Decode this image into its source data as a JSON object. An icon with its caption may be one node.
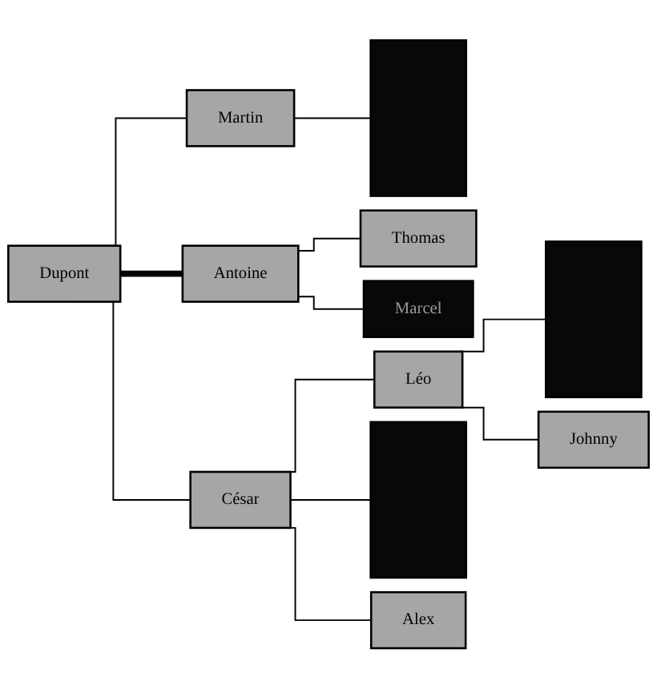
{
  "diagram": {
    "nodes": [
      {
        "text": [
          "Dupont"
        ]
      },
      {
        "text": [
          "Martin"
        ]
      },
      {
        "text": [],
        "shape": "box"
      },
      {
        "text": [
          "Antoine"
        ]
      },
      {
        "text": [
          "Thomas"
        ]
      },
      {
        "text": [
          "Marcel"
        ]
      },
      {
        "text": [],
        "shape": "box"
      },
      {
        "text": [
          "Léo"
        ]
      },
      {
        "text": [
          "César"
        ]
      },
      {
        "text": [],
        "shape": "box"
      },
      {
        "text": [
          "Johnny"
        ]
      },
      {
        "text": [
          "Alex"
        ]
      }
    ],
    "edges": [
      {
        "from": 0,
        "to": 1,
        "arrow": "none"
      },
      {
        "from": 0,
        "to": 3,
        "arrow": "none",
        "style": "thick"
      },
      {
        "from": 0,
        "to": 8,
        "arrow": "none"
      },
      {
        "from": 1,
        "to": 2,
        "arrow": "none"
      },
      {
        "from": 3,
        "to": 4,
        "arrow": "none"
      },
      {
        "from": 3,
        "to": 5,
        "arrow": "none"
      },
      {
        "from": 8,
        "to": 7,
        "arrow": "none"
      },
      {
        "from": 8,
        "to": 9,
        "arrow": "none"
      },
      {
        "from": 8,
        "to": 11,
        "arrow": "none"
      },
      {
        "from": 7,
        "to": 6,
        "arrow": "none"
      },
      {
        "from": 7,
        "to": 10,
        "arrow": "none"
      }
    ]
  }
}
